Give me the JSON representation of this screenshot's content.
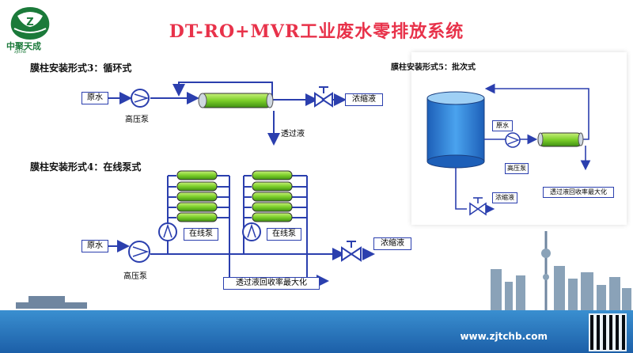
{
  "title": "DT-RO+MVR工业废水零排放系统",
  "logo": {
    "text": "中聚天成",
    "subtext": "zjtchb"
  },
  "section_3": {
    "heading": "膜柱安装形式3：循环式",
    "raw_water": "原水",
    "pump_label": "高压泵",
    "concentrate": "浓缩液",
    "permeate": "透过液"
  },
  "section_4": {
    "heading": "膜柱安装形式4：在线泵式",
    "raw_water": "原水",
    "pump_label": "高压泵",
    "inline_pump_1": "在线泵",
    "inline_pump_2": "在线泵",
    "concentrate": "浓缩液",
    "permeate": "透过液回收率最大化"
  },
  "section_5": {
    "heading": "膜柱安装形式5：批次式",
    "raw_water": "原水",
    "pump_label": "高压泵",
    "concentrate": "浓缩液",
    "permeate": "透过液回收率最大化"
  },
  "footer": {
    "url": "www.zjtchb.com"
  },
  "colors": {
    "title": "#e8324a",
    "pipe": "#2b3fae",
    "membrane": "#7ccf2a",
    "tank": "#2f7fd6",
    "band": "#1c5fa8"
  }
}
